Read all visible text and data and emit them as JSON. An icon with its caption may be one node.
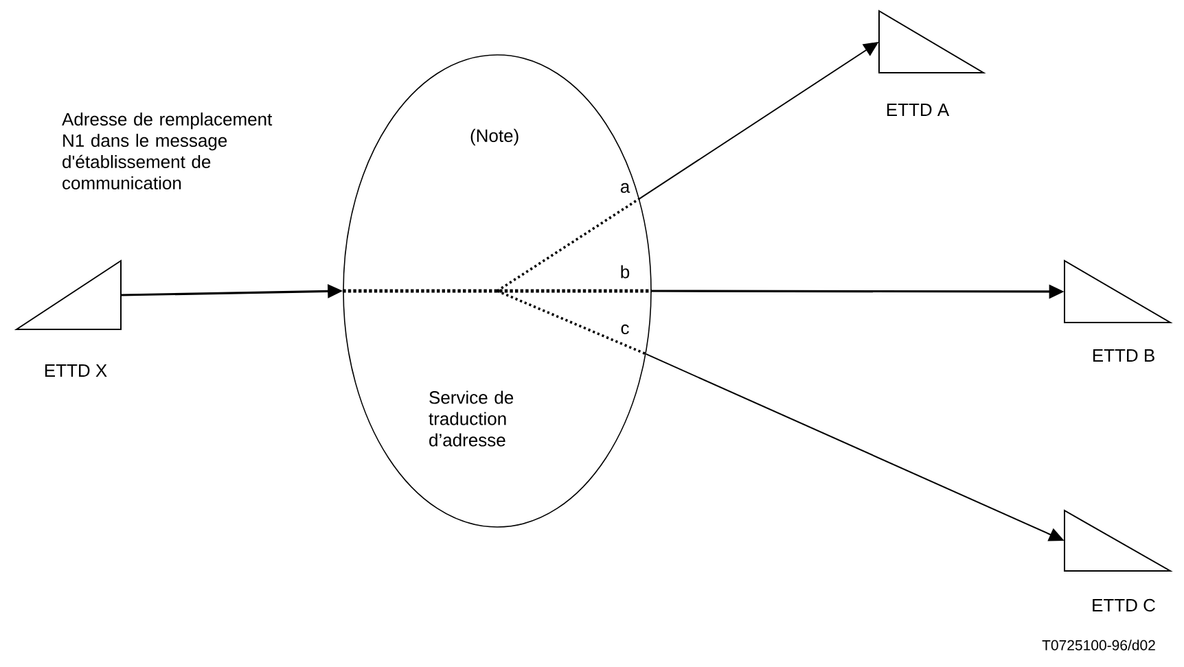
{
  "diagram": {
    "nodes": [
      {
        "text": [],
        "shape": "triangle",
        "beside": [
          "ETTD  X"
        ]
      },
      {
        "text": [
          "(Note)",
          "Service de traduction d’adresse"
        ]
      },
      {
        "text": [],
        "shape": "triangle",
        "beside": [
          "ETTD  A"
        ]
      },
      {
        "text": [],
        "shape": "triangle",
        "beside": [
          "ETTD  B"
        ]
      },
      {
        "text": [],
        "shape": "triangle",
        "beside": [
          "ETTD  C"
        ]
      }
    ],
    "edges": [
      {
        "from": 0,
        "to": 1,
        "arrow": "to"
      },
      {
        "from": 1,
        "to": 2,
        "arrow": "to",
        "label": "a"
      },
      {
        "from": 1,
        "to": 3,
        "arrow": "to",
        "label": "b"
      },
      {
        "from": 1,
        "to": 4,
        "arrow": "to",
        "label": "c"
      }
    ],
    "labels": [
      "Adresse de remplacement N1 dans le message d'établissement de communication",
      "T0725100-96/d02"
    ]
  }
}
